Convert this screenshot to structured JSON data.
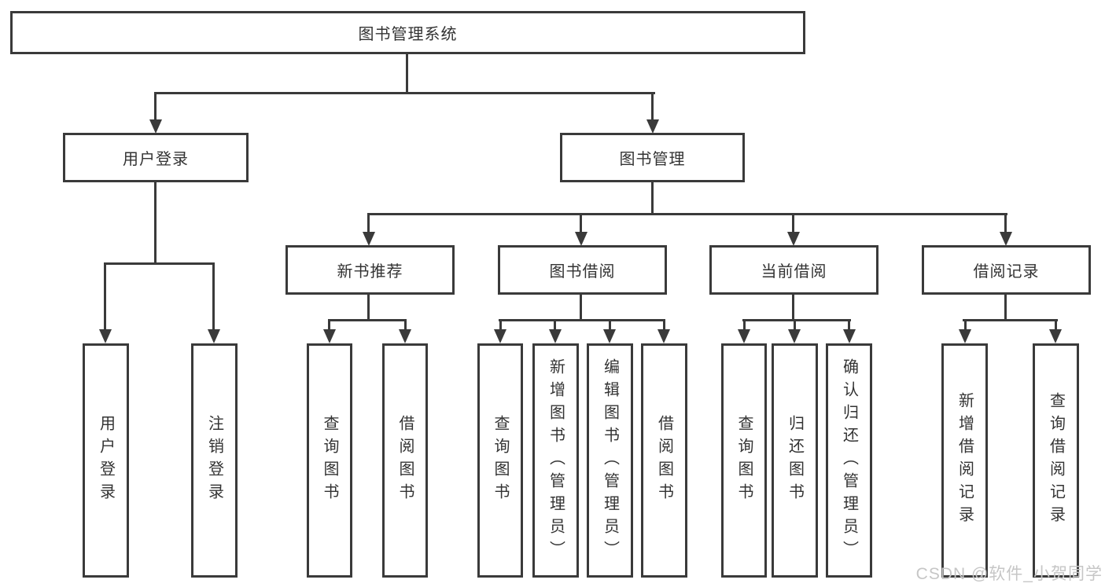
{
  "nodes": {
    "root": "图书管理系统",
    "l1": [
      "用户登录",
      "图书管理"
    ],
    "l2": [
      "新书推荐",
      "图书借阅",
      "当前借阅",
      "借阅记录"
    ],
    "leaves_login": [
      "用户登录",
      "注销登录"
    ],
    "leaves_recommend": [
      "查询图书",
      "借阅图书"
    ],
    "leaves_borrow": [
      "查询图书",
      "新增图书（管理员）",
      "编辑图书（管理员）",
      "借阅图书"
    ],
    "leaves_current": [
      "查询图书",
      "归还图书",
      "确认归还（管理员）"
    ],
    "leaves_records": [
      "新增借阅记录",
      "查询借阅记录"
    ]
  },
  "watermark": "CSDN @软件_小贺同学",
  "colors": {
    "line": "#3a3a3a",
    "text": "#333333",
    "watermark": "#c6c6c6"
  }
}
